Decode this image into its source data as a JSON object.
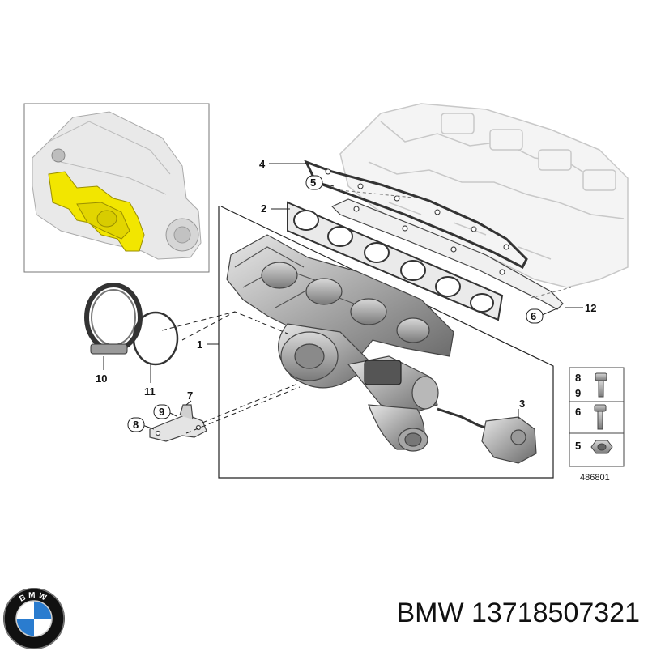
{
  "callouts": {
    "c1": "1",
    "c2": "2",
    "c3": "3",
    "c4": "4",
    "c5": "5",
    "c6": "6",
    "c7": "7",
    "c8": "8",
    "c9": "9",
    "c10": "10",
    "c11": "11",
    "c12": "12"
  },
  "legend": {
    "row1_a": "8",
    "row1_b": "9",
    "row2": "6",
    "row3": "5"
  },
  "reference_number": "486801",
  "brand": {
    "name": "BMW",
    "part_number": "13718507321",
    "logo_text": "BMW"
  },
  "colors": {
    "highlight": "#f2e600",
    "line": "#222222",
    "ghost": "#cfcfcf"
  },
  "icons": [
    "bmw-logo-icon",
    "bolt-icon",
    "nut-icon"
  ]
}
